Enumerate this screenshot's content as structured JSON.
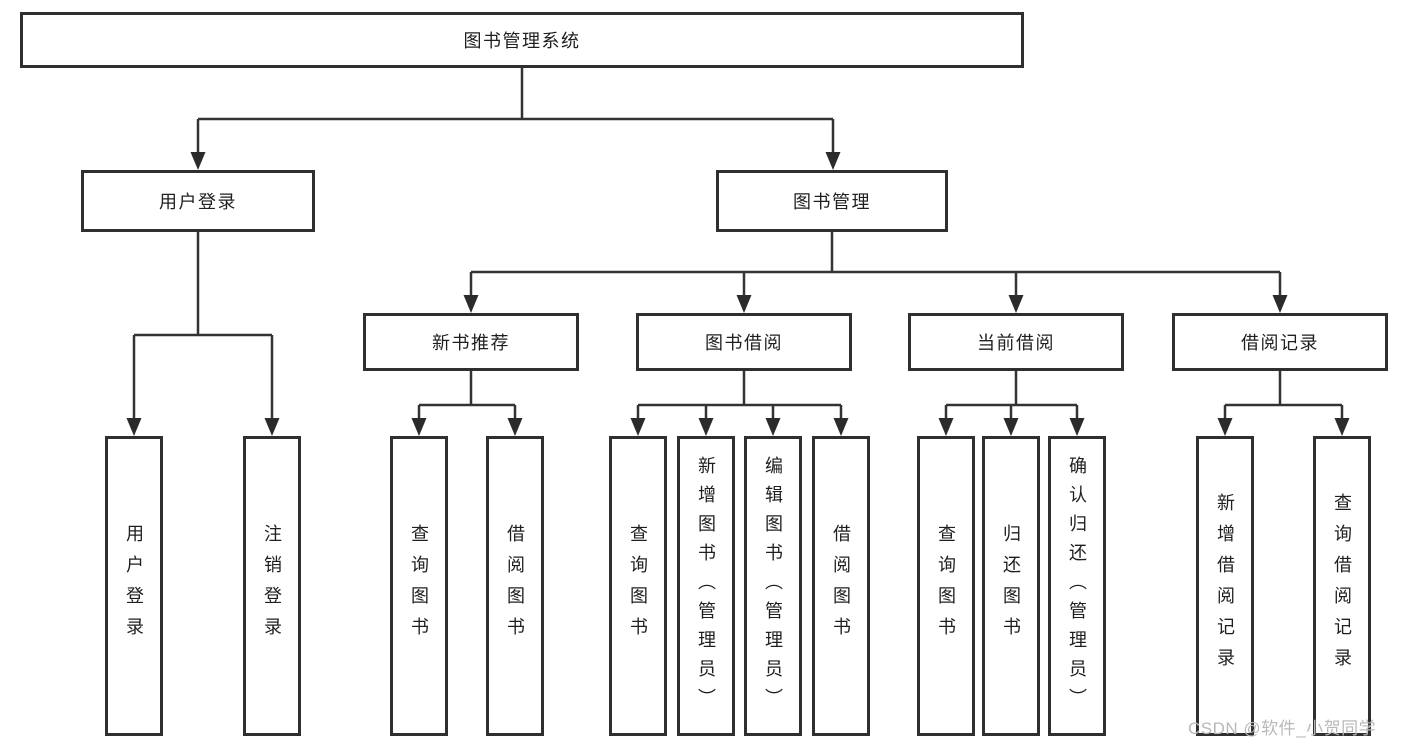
{
  "diagram": {
    "root": {
      "label": "图书管理系统"
    },
    "level2": [
      {
        "label": "用户登录"
      },
      {
        "label": "图书管理"
      }
    ],
    "level3": [
      {
        "label": "新书推荐"
      },
      {
        "label": "图书借阅"
      },
      {
        "label": "当前借阅"
      },
      {
        "label": "借阅记录"
      }
    ],
    "leaves": {
      "user_login": [
        {
          "label": "用户登录"
        },
        {
          "label": "注销登录"
        }
      ],
      "new_book": [
        {
          "label": "查询图书"
        },
        {
          "label": "借阅图书"
        }
      ],
      "book_borrow": [
        {
          "label": "查询图书"
        },
        {
          "label": "新增图书（管理员）"
        },
        {
          "label": "编辑图书（管理员）"
        },
        {
          "label": "借阅图书"
        }
      ],
      "current_borrow": [
        {
          "label": "查询图书"
        },
        {
          "label": "归还图书"
        },
        {
          "label": "确认归还（管理员）"
        }
      ],
      "borrow_record": [
        {
          "label": "新增借阅记录"
        },
        {
          "label": "查询借阅记录"
        }
      ]
    }
  },
  "watermark": {
    "text": "CSDN @软件_小贺同学"
  },
  "colors": {
    "line": "#333333",
    "box_border": "#2f2f2f",
    "text": "#1f1f1f",
    "watermark": "#b9b9b9",
    "background": "#ffffff"
  }
}
